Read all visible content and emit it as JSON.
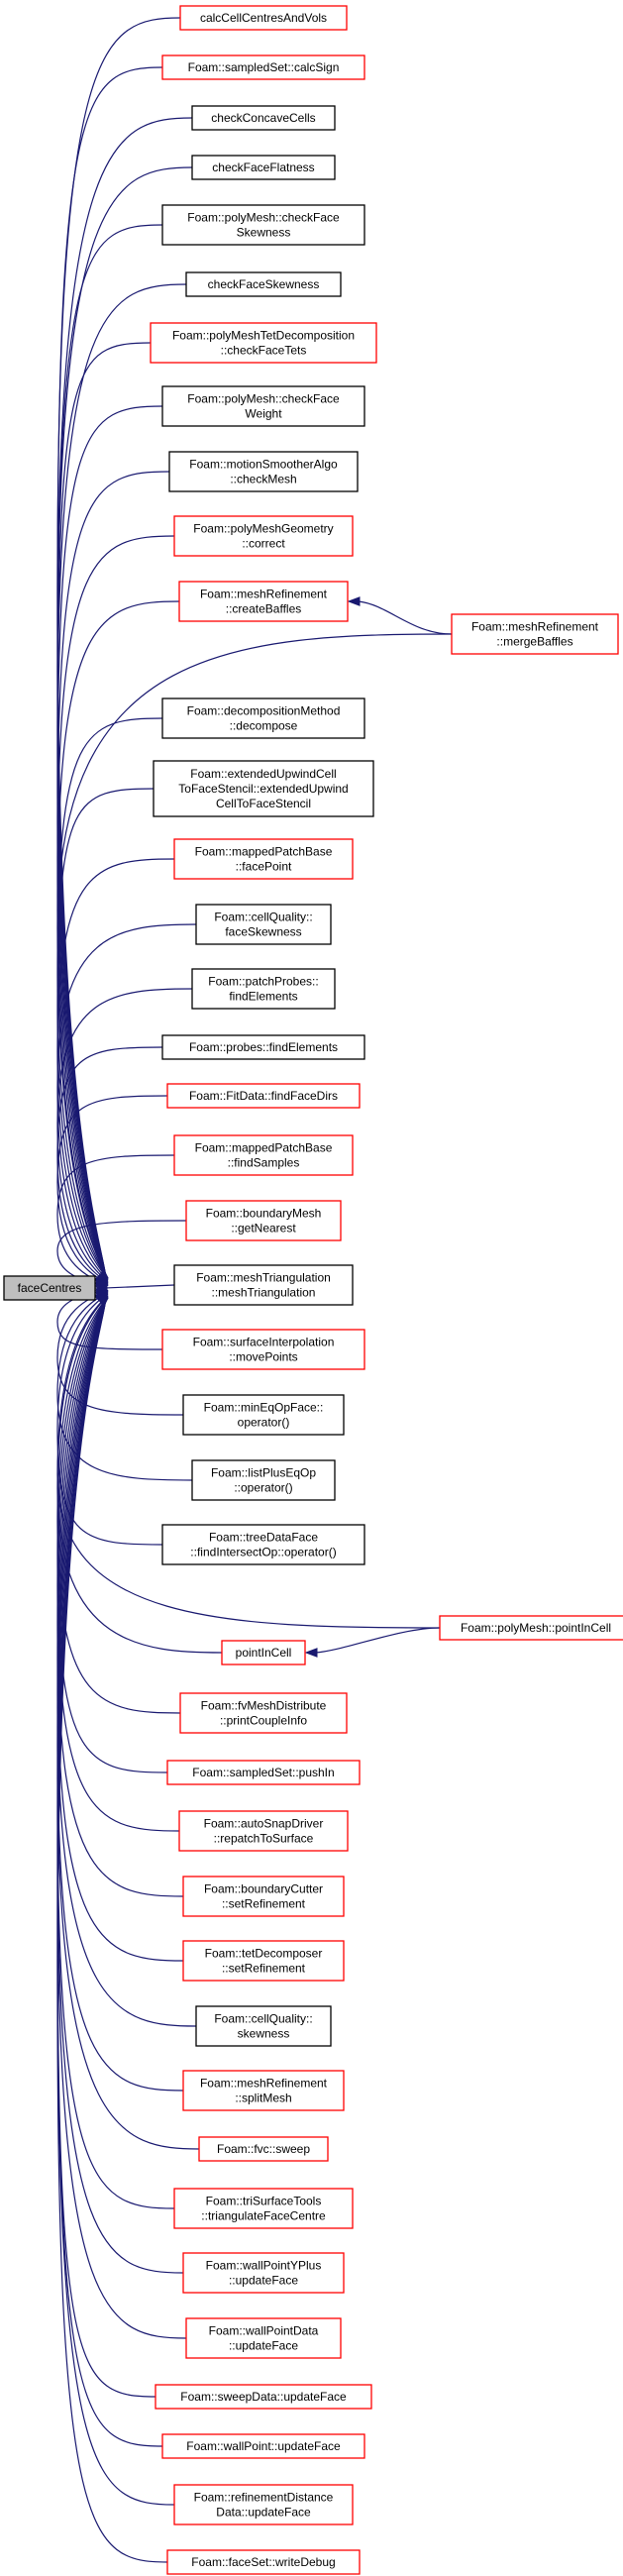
{
  "root": {
    "id": "root",
    "lines": [
      "faceCentres"
    ],
    "color": "root"
  },
  "nodes": [
    {
      "id": "n1",
      "lines": [
        "calcCellCentresAndVols"
      ],
      "color": "red"
    },
    {
      "id": "n2",
      "lines": [
        "Foam::sampledSet::calcSign"
      ],
      "color": "red"
    },
    {
      "id": "n3",
      "lines": [
        "checkConcaveCells"
      ],
      "color": "black"
    },
    {
      "id": "n4",
      "lines": [
        "checkFaceFlatness"
      ],
      "color": "black"
    },
    {
      "id": "n5",
      "lines": [
        "Foam::polyMesh::checkFace",
        "Skewness"
      ],
      "color": "black"
    },
    {
      "id": "n6",
      "lines": [
        "checkFaceSkewness"
      ],
      "color": "black"
    },
    {
      "id": "n7",
      "lines": [
        "Foam::polyMeshTetDecomposition",
        "::checkFaceTets"
      ],
      "color": "red"
    },
    {
      "id": "n8",
      "lines": [
        "Foam::polyMesh::checkFace",
        "Weight"
      ],
      "color": "black"
    },
    {
      "id": "n9",
      "lines": [
        "Foam::motionSmootherAlgo",
        "::checkMesh"
      ],
      "color": "black"
    },
    {
      "id": "n10",
      "lines": [
        "Foam::polyMeshGeometry",
        "::correct"
      ],
      "color": "red"
    },
    {
      "id": "n11",
      "lines": [
        "Foam::meshRefinement",
        "::createBaffles"
      ],
      "color": "red"
    },
    {
      "id": "n12",
      "lines": [
        "Foam::decompositionMethod",
        "::decompose"
      ],
      "color": "black"
    },
    {
      "id": "n13",
      "lines": [
        "Foam::extendedUpwindCell",
        "ToFaceStencil::extendedUpwind",
        "CellToFaceStencil"
      ],
      "color": "black"
    },
    {
      "id": "n14",
      "lines": [
        "Foam::mappedPatchBase",
        "::facePoint"
      ],
      "color": "red"
    },
    {
      "id": "n15",
      "lines": [
        "Foam::cellQuality::",
        "faceSkewness"
      ],
      "color": "black"
    },
    {
      "id": "n16",
      "lines": [
        "Foam::patchProbes::",
        "findElements"
      ],
      "color": "black"
    },
    {
      "id": "n17",
      "lines": [
        "Foam::probes::findElements"
      ],
      "color": "black"
    },
    {
      "id": "n18",
      "lines": [
        "Foam::FitData::findFaceDirs"
      ],
      "color": "red"
    },
    {
      "id": "n19",
      "lines": [
        "Foam::mappedPatchBase",
        "::findSamples"
      ],
      "color": "red"
    },
    {
      "id": "n20",
      "lines": [
        "Foam::boundaryMesh",
        "::getNearest"
      ],
      "color": "red"
    },
    {
      "id": "n21",
      "lines": [
        "Foam::meshTriangulation",
        "::meshTriangulation"
      ],
      "color": "black"
    },
    {
      "id": "n22",
      "lines": [
        "Foam::surfaceInterpolation",
        "::movePoints"
      ],
      "color": "red"
    },
    {
      "id": "n23",
      "lines": [
        "Foam::minEqOpFace::",
        "operator()"
      ],
      "color": "black"
    },
    {
      "id": "n24",
      "lines": [
        "Foam::listPlusEqOp",
        "::operator()"
      ],
      "color": "black"
    },
    {
      "id": "n25",
      "lines": [
        "Foam::treeDataFace",
        "::findIntersectOp::operator()"
      ],
      "color": "black"
    },
    {
      "id": "n26",
      "lines": [
        "pointInCell"
      ],
      "color": "red"
    },
    {
      "id": "n27",
      "lines": [
        "Foam::fvMeshDistribute",
        "::printCoupleInfo"
      ],
      "color": "red"
    },
    {
      "id": "n28",
      "lines": [
        "Foam::sampledSet::pushIn"
      ],
      "color": "red"
    },
    {
      "id": "n29",
      "lines": [
        "Foam::autoSnapDriver",
        "::repatchToSurface"
      ],
      "color": "red"
    },
    {
      "id": "n30",
      "lines": [
        "Foam::boundaryCutter",
        "::setRefinement"
      ],
      "color": "red"
    },
    {
      "id": "n31",
      "lines": [
        "Foam::tetDecomposer",
        "::setRefinement"
      ],
      "color": "red"
    },
    {
      "id": "n32",
      "lines": [
        "Foam::cellQuality::",
        "skewness"
      ],
      "color": "black"
    },
    {
      "id": "n33",
      "lines": [
        "Foam::meshRefinement",
        "::splitMesh"
      ],
      "color": "red"
    },
    {
      "id": "n34",
      "lines": [
        "Foam::fvc::sweep"
      ],
      "color": "red"
    },
    {
      "id": "n35",
      "lines": [
        "Foam::triSurfaceTools",
        "::triangulateFaceCentre"
      ],
      "color": "red"
    },
    {
      "id": "n36",
      "lines": [
        "Foam::wallPointYPlus",
        "::updateFace"
      ],
      "color": "red"
    },
    {
      "id": "n37",
      "lines": [
        "Foam::wallPointData",
        "::updateFace"
      ],
      "color": "red"
    },
    {
      "id": "n38",
      "lines": [
        "Foam::sweepData::updateFace"
      ],
      "color": "red"
    },
    {
      "id": "n39",
      "lines": [
        "Foam::wallPoint::updateFace"
      ],
      "color": "red"
    },
    {
      "id": "n40",
      "lines": [
        "Foam::refinementDistance",
        "Data::updateFace"
      ],
      "color": "red"
    },
    {
      "id": "n41",
      "lines": [
        "Foam::faceSet::writeDebug"
      ],
      "color": "red"
    },
    {
      "id": "n42",
      "lines": [
        "Foam::meshRefinement",
        "::mergeBaffles"
      ],
      "color": "red"
    },
    {
      "id": "n43",
      "lines": [
        "Foam::polyMesh::pointInCell"
      ],
      "color": "red"
    }
  ],
  "edges": [
    {
      "from": "n1",
      "to": "root"
    },
    {
      "from": "n2",
      "to": "root"
    },
    {
      "from": "n3",
      "to": "root"
    },
    {
      "from": "n4",
      "to": "root"
    },
    {
      "from": "n5",
      "to": "root"
    },
    {
      "from": "n6",
      "to": "root"
    },
    {
      "from": "n7",
      "to": "root"
    },
    {
      "from": "n8",
      "to": "root"
    },
    {
      "from": "n9",
      "to": "root"
    },
    {
      "from": "n10",
      "to": "root"
    },
    {
      "from": "n11",
      "to": "root"
    },
    {
      "from": "n12",
      "to": "root"
    },
    {
      "from": "n13",
      "to": "root"
    },
    {
      "from": "n14",
      "to": "root"
    },
    {
      "from": "n15",
      "to": "root"
    },
    {
      "from": "n16",
      "to": "root"
    },
    {
      "from": "n17",
      "to": "root"
    },
    {
      "from": "n18",
      "to": "root"
    },
    {
      "from": "n19",
      "to": "root"
    },
    {
      "from": "n20",
      "to": "root"
    },
    {
      "from": "n21",
      "to": "root"
    },
    {
      "from": "n22",
      "to": "root"
    },
    {
      "from": "n23",
      "to": "root"
    },
    {
      "from": "n24",
      "to": "root"
    },
    {
      "from": "n25",
      "to": "root"
    },
    {
      "from": "n26",
      "to": "root"
    },
    {
      "from": "n27",
      "to": "root"
    },
    {
      "from": "n28",
      "to": "root"
    },
    {
      "from": "n29",
      "to": "root"
    },
    {
      "from": "n30",
      "to": "root"
    },
    {
      "from": "n31",
      "to": "root"
    },
    {
      "from": "n32",
      "to": "root"
    },
    {
      "from": "n33",
      "to": "root"
    },
    {
      "from": "n34",
      "to": "root"
    },
    {
      "from": "n35",
      "to": "root"
    },
    {
      "from": "n36",
      "to": "root"
    },
    {
      "from": "n37",
      "to": "root"
    },
    {
      "from": "n38",
      "to": "root"
    },
    {
      "from": "n39",
      "to": "root"
    },
    {
      "from": "n40",
      "to": "root"
    },
    {
      "from": "n41",
      "to": "root"
    },
    {
      "from": "n42",
      "to": "n11"
    },
    {
      "from": "n42",
      "to": "root"
    },
    {
      "from": "n43",
      "to": "n26"
    },
    {
      "from": "n43",
      "to": "root"
    }
  ]
}
